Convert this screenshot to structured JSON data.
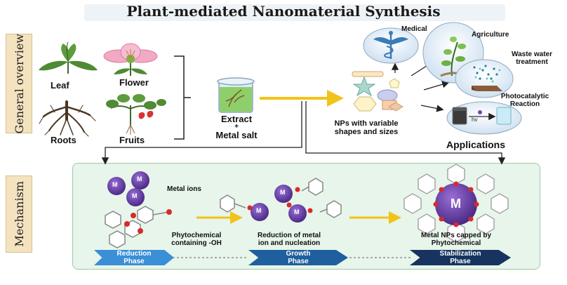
{
  "title": "Plant-mediated Nanomaterial Synthesis",
  "overview_tab": "General overview",
  "mechanism_tab": "Mechanism",
  "sources": {
    "leaf": "Leaf",
    "flower": "Flower",
    "roots": "Roots",
    "fruits": "Fruits"
  },
  "extract": {
    "line1": "Extract",
    "line2": "+",
    "line3": "Metal salt"
  },
  "nps": {
    "line1": "NPs with variable",
    "line2": "shapes and sizes"
  },
  "applications": {
    "title": "Applications",
    "medical": "Medical",
    "agriculture": "Agriculture",
    "waste_line1": "Waste water",
    "waste_line2": "treatment",
    "photo_line1": "Photocatalytic",
    "photo_line2": "Reaction",
    "hv": "hv"
  },
  "mechanism": {
    "metal_ions": "Metal ions",
    "metal_symbol": "M",
    "phyto_line1": "Phytochemical",
    "phyto_line2": "containing -OH",
    "reduction_line1": "Reduction of metal",
    "reduction_line2": "ion and nucleation",
    "capped_line1": "Metal NPs capped by",
    "capped_line2": "Phytochemical"
  },
  "phases": [
    {
      "line1": "Reduction",
      "line2": "Phase",
      "color": "#3a8fd6"
    },
    {
      "line1": "Growth",
      "line2": "Phase",
      "color": "#1f5f9e"
    },
    {
      "line1": "Stabilization",
      "line2": "Phase",
      "color": "#16345f"
    }
  ],
  "colors": {
    "arrow_yellow": "#f2c318",
    "metal_purple": "#6a3fa8",
    "oh_red": "#d62b2b",
    "mech_bg": "#e7f5ea",
    "tab_bg": "#f3e3bf"
  }
}
